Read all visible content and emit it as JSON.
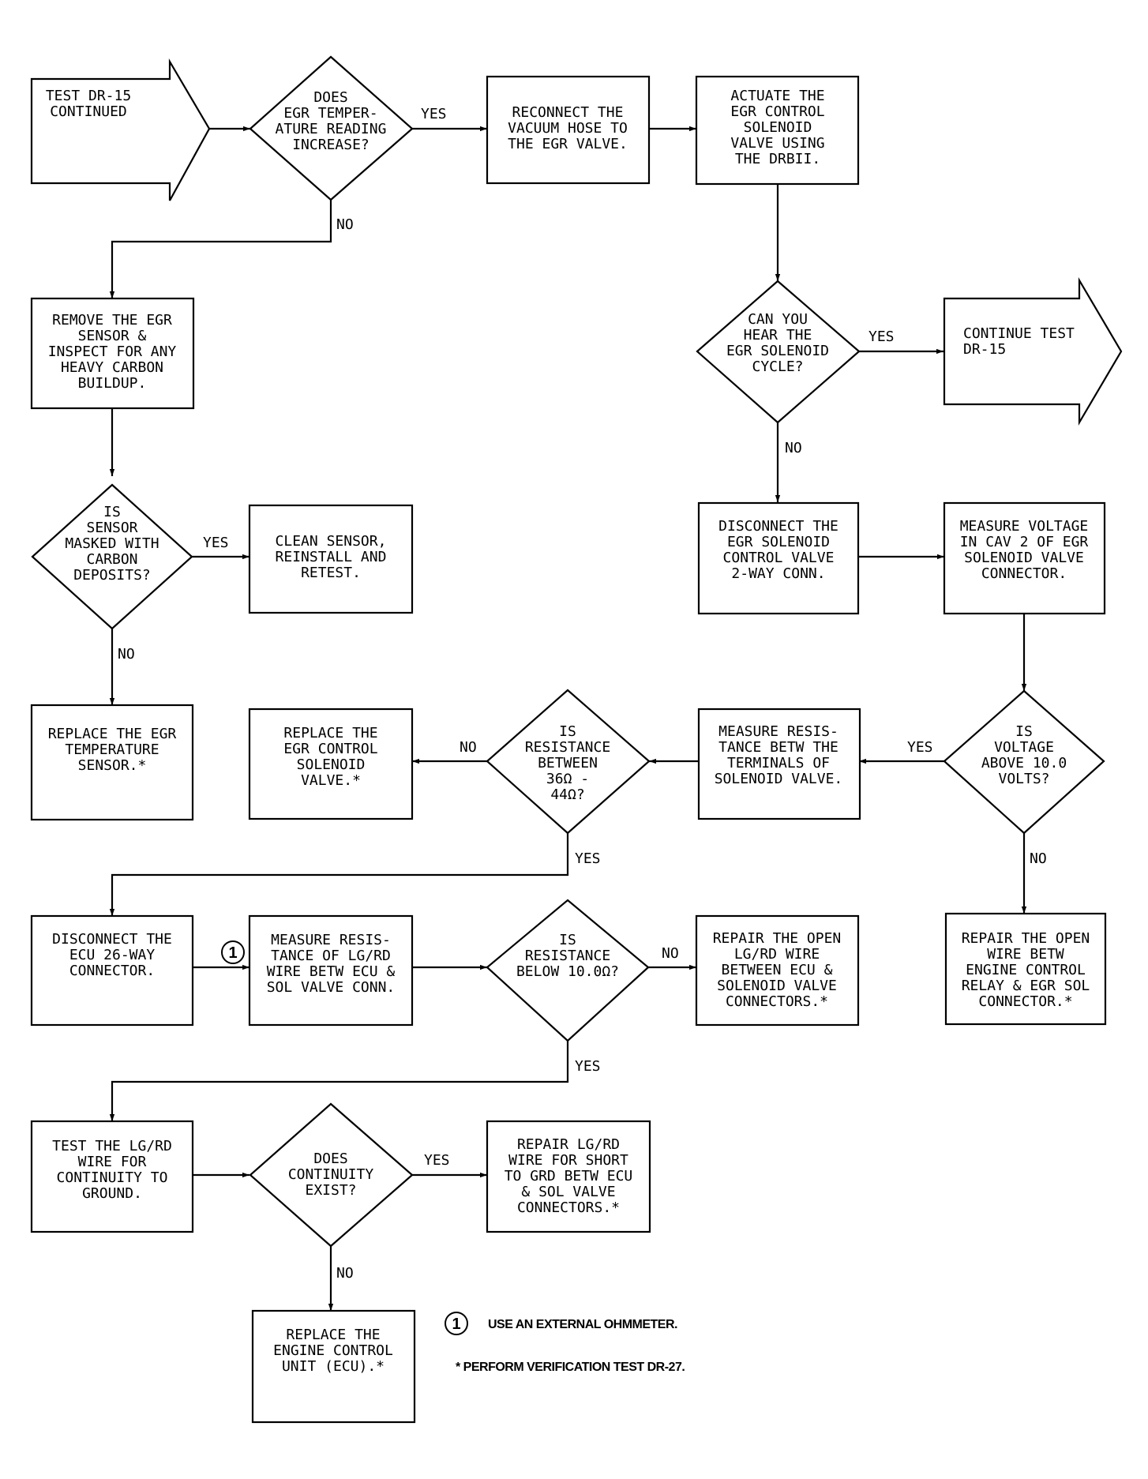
{
  "diagram": {
    "nodes": {
      "start": {
        "lines": [
          "TEST DR-15",
          "CONTINUED"
        ]
      },
      "d_temp": {
        "lines": [
          "DOES",
          "EGR TEMPER-",
          "ATURE READING",
          "INCREASE?"
        ]
      },
      "reconnect": {
        "lines": [
          "RECONNECT THE",
          "VACUUM HOSE TO",
          "THE EGR VALVE."
        ]
      },
      "actuate": {
        "lines": [
          "ACTUATE THE",
          "EGR CONTROL",
          "SOLENOID",
          "VALVE USING",
          "THE DRBII."
        ]
      },
      "remove": {
        "lines": [
          "REMOVE THE EGR",
          "SENSOR &",
          "INSPECT FOR ANY",
          "HEAVY CARBON",
          "BUILDUP."
        ]
      },
      "d_hear": {
        "lines": [
          "CAN YOU",
          "HEAR THE",
          "EGR SOLENOID",
          "CYCLE?"
        ]
      },
      "cont15": {
        "lines": [
          "CONTINUE TEST",
          "DR-15"
        ]
      },
      "d_masked": {
        "lines": [
          "IS",
          "SENSOR",
          "MASKED WITH",
          "CARBON",
          "DEPOSITS?"
        ]
      },
      "clean": {
        "lines": [
          "CLEAN SENSOR,",
          "REINSTALL AND",
          "RETEST."
        ]
      },
      "disc_sol": {
        "lines": [
          "DISCONNECT THE",
          "EGR SOLENOID",
          "CONTROL VALVE",
          "2-WAY CONN."
        ]
      },
      "meas_volt": {
        "lines": [
          "MEASURE VOLTAGE",
          "IN CAV 2 OF EGR",
          "SOLENOID VALVE",
          "CONNECTOR."
        ]
      },
      "replace_temp": {
        "lines": [
          "REPLACE THE EGR",
          "TEMPERATURE",
          "SENSOR.*"
        ]
      },
      "replace_sol": {
        "lines": [
          "REPLACE THE",
          "EGR CONTROL",
          "SOLENOID",
          "VALVE.*"
        ]
      },
      "d_res36": {
        "lines": [
          "IS",
          "RESISTANCE",
          "BETWEEN",
          "36Ω -",
          "44Ω?"
        ]
      },
      "meas_res_term": {
        "lines": [
          "MEASURE RESIS-",
          "TANCE BETW THE",
          "TERMINALS OF",
          "SOLENOID VALVE."
        ]
      },
      "d_volt": {
        "lines": [
          "IS",
          "VOLTAGE",
          "ABOVE 10.0",
          "VOLTS?"
        ]
      },
      "disc_ecu": {
        "lines": [
          "DISCONNECT THE",
          "ECU 26-WAY",
          "CONNECTOR."
        ]
      },
      "meas_res_lg": {
        "lines": [
          "MEASURE RESIS-",
          "TANCE OF LG/RD",
          "WIRE BETW ECU &",
          "SOL VALVE CONN."
        ]
      },
      "d_res10": {
        "lines": [
          "IS",
          "RESISTANCE",
          "BELOW 10.0Ω?"
        ]
      },
      "repair_open_lg": {
        "lines": [
          "REPAIR THE OPEN",
          "LG/RD WIRE",
          "BETWEEN ECU &",
          "SOLENOID VALVE",
          "CONNECTORS.*"
        ]
      },
      "repair_open_relay": {
        "lines": [
          "REPAIR THE OPEN",
          "WIRE BETW",
          "ENGINE CONTROL",
          "RELAY & EGR SOL",
          "CONNECTOR.*"
        ]
      },
      "test_lg": {
        "lines": [
          "TEST THE LG/RD",
          "WIRE FOR",
          "CONTINUITY TO",
          "GROUND."
        ]
      },
      "d_cont": {
        "lines": [
          "DOES",
          "CONTINUITY",
          "EXIST?"
        ]
      },
      "repair_short": {
        "lines": [
          "REPAIR LG/RD",
          "WIRE FOR SHORT",
          "TO GRD BETW ECU",
          "& SOL VALVE",
          "CONNECTORS.*"
        ]
      },
      "replace_ecu": {
        "lines": [
          "REPLACE THE",
          "ENGINE CONTROL",
          "UNIT (ECU).*"
        ]
      }
    },
    "edge_labels": {
      "yes": "YES",
      "no": "NO"
    },
    "marker": "1",
    "notes": {
      "external_ohmmeter": "USE AN EXTERNAL OHMMETER.",
      "verification": "* PERFORM VERIFICATION TEST DR-27."
    }
  }
}
